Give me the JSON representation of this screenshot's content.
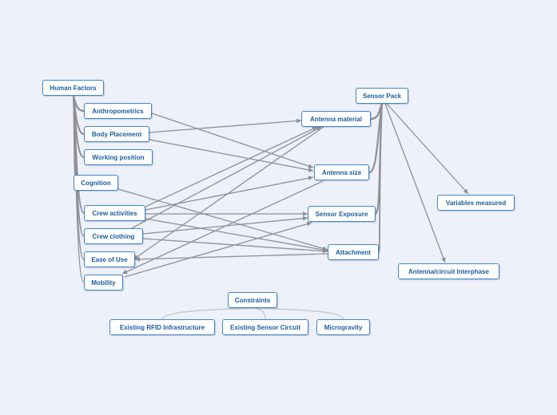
{
  "colors": {
    "background": "#eef0fa",
    "node_border": "#3f86c9",
    "node_text": "#1b5c9e",
    "connector": "#8e9096"
  },
  "nodes": {
    "human_factors": "Human Factors",
    "anthropometrics": "Anthropometrics",
    "body_placement": "Body Placement",
    "working_position": "Working position",
    "cognition": "Cognition",
    "crew_activities": "Crew activities",
    "crew_clothing": "Crew clothing",
    "ease_of_use": "Ease of Use",
    "mobility": "Mobility",
    "sensor_pack": "Sensor Pack",
    "antenna_material": "Antenna material",
    "antenna_size": "Antenna size",
    "sensor_exposure": "Sensor Exposure",
    "attachment": "Attachment",
    "variables_measured": "Variables measured",
    "antenna_circuit": "Antenna/circuit Interphase",
    "constraints": "Constraints",
    "existing_rfid": "Existing RFID Infrastructure",
    "existing_sensor_circuit": "Existing Sensor Circuit",
    "microgravity": "Microgravity"
  }
}
